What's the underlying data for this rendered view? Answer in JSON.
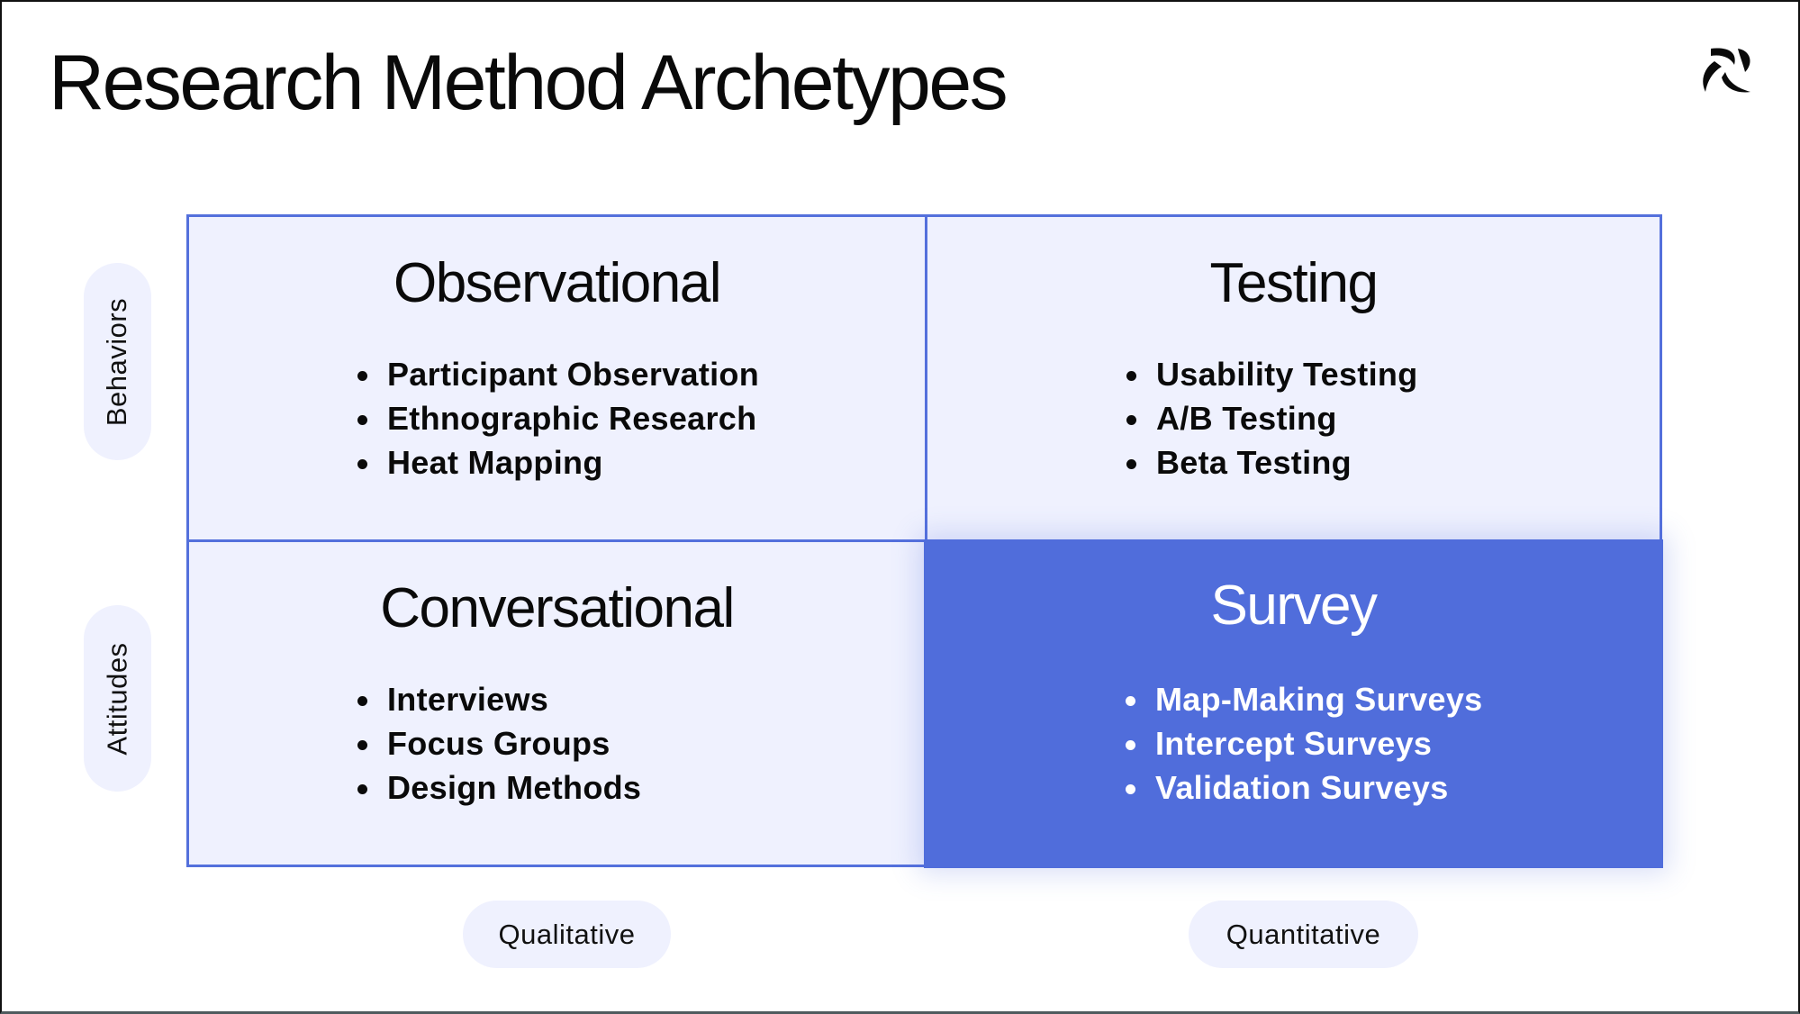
{
  "slide": {
    "title": "Research Method Archetypes",
    "logo": "brand-logo-icon"
  },
  "colors": {
    "quadrant_fill": "#eff1fe",
    "quadrant_border": "#5470dc",
    "highlight_fill": "#506ddb",
    "pill_fill": "#eff1fe",
    "text": "#0a0a0a"
  },
  "axes": {
    "y_labels": [
      "Behaviors",
      "Attitudes"
    ],
    "x_labels": [
      "Qualitative",
      "Quantitative"
    ]
  },
  "quadrants": [
    {
      "position": "top-left",
      "title": "Observational",
      "items": [
        "Participant Observation",
        "Ethnographic Research",
        "Heat Mapping"
      ]
    },
    {
      "position": "top-right",
      "title": "Testing",
      "items": [
        "Usability Testing",
        "A/B Testing",
        "Beta Testing"
      ]
    },
    {
      "position": "bottom-left",
      "title": "Conversational",
      "items": [
        "Interviews",
        "Focus Groups",
        "Design Methods"
      ]
    },
    {
      "position": "bottom-right",
      "title": "Survey",
      "highlighted": true,
      "items": [
        "Map-Making Surveys",
        "Intercept Surveys",
        "Validation Surveys"
      ]
    }
  ]
}
